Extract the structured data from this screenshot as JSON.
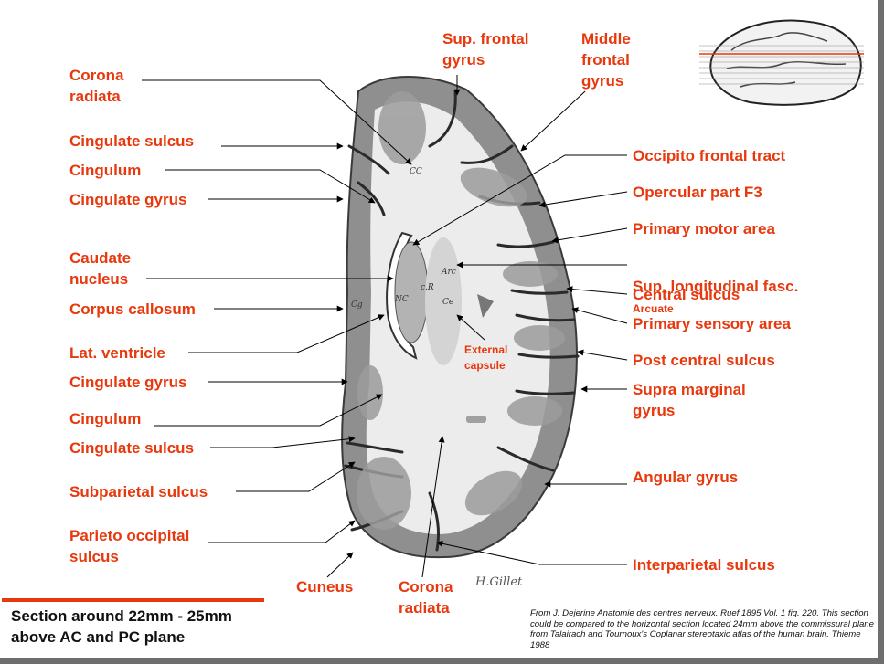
{
  "labels": {
    "sup_frontal": "Sup. frontal\ngyrus",
    "middle_frontal": "Middle\nfrontal\ngyrus",
    "corona_radiata_top": "Corona\nradiata",
    "cingulate_sulcus_top": "Cingulate sulcus",
    "cingulum_top": "Cingulum",
    "cingulate_gyrus_top": "Cingulate gyrus",
    "caudate_nucleus": "Caudate\nnucleus",
    "corpus_callosum": "Corpus callosum",
    "lat_ventricle": "Lat. ventricle",
    "cingulate_gyrus_bottom": "Cingulate gyrus",
    "cingulum_bottom": "Cingulum",
    "cingulate_sulcus_bottom": "Cingulate sulcus",
    "subparietal_sulcus": "Subparietal sulcus",
    "parieto_occipital": "Parieto occipital\nsulcus",
    "cuneus": "Cuneus",
    "corona_radiata_bottom": "Corona\nradiata",
    "occipito_frontal": "Occipito frontal tract",
    "opercular": "Opercular part F3",
    "primary_motor": "Primary motor area",
    "sup_longitudinal": "Sup. longitudinal fasc.",
    "arcuate": "Arcuate",
    "central_sulcus": "Central sulcus",
    "primary_sensory": "Primary sensory area",
    "post_central": "Post central sulcus",
    "supra_marginal": "Supra marginal\ngyrus",
    "angular": "Angular  gyrus",
    "interparietal": "Interparietal sulcus",
    "external_capsule": "External\ncapsule"
  },
  "figure_marks": {
    "cc": "CC",
    "arc": "Arc",
    "nc": "NC",
    "cr": "c.R",
    "ce": "Ce",
    "cg": "Cg",
    "signature": "H.Gillet"
  },
  "footer": {
    "section_title": "Section around 22mm - 25mm\nabove AC and PC plane",
    "source": "From J. Dejerine Anatomie des centres nerveux. Ruef 1895 Vol. 1 fig. 220. This section could be compared to the horizontal section located 24mm above the commissural plane from Talairach and Tournoux's Coplanar stereotaxic atlas of the human brain. Thieme 1988"
  },
  "colors": {
    "label": "#e8380d",
    "background": "#ffffff",
    "frame_shadow": "#6e6e6e",
    "white_matter": "#ececec",
    "grey_matter": "#8f8f8f"
  }
}
